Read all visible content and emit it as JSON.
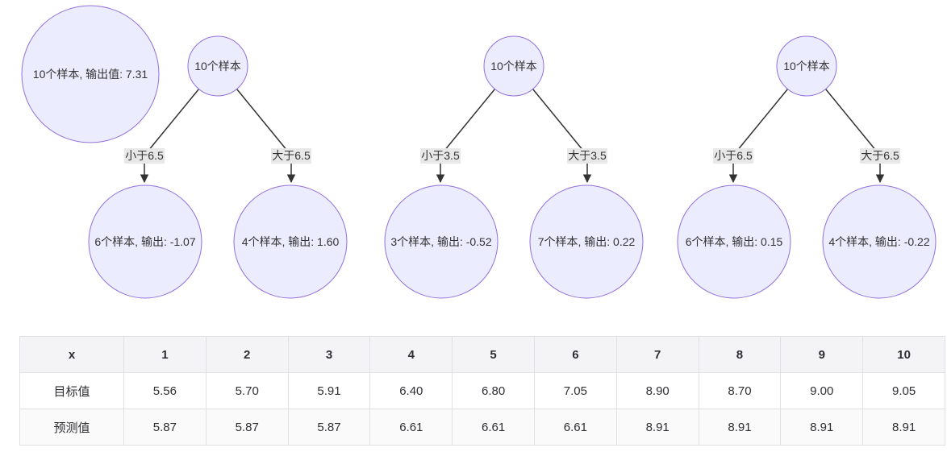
{
  "diagram": {
    "initial_node": {
      "label": "10个样本, 输出值: 7.31"
    },
    "trees": [
      {
        "root": "10个样本",
        "left_edge": "小于6.5",
        "right_edge": "大于6.5",
        "left_leaf": "6个样本, 输出: -1.07",
        "right_leaf": "4个样本, 输出: 1.60"
      },
      {
        "root": "10个样本",
        "left_edge": "小于3.5",
        "right_edge": "大于3.5",
        "left_leaf": "3个样本, 输出: -0.52",
        "right_leaf": "7个样本, 输出: 0.22"
      },
      {
        "root": "10个样本",
        "left_edge": "小于6.5",
        "right_edge": "大于6.5",
        "left_leaf": "6个样本, 输出: 0.15",
        "right_leaf": "4个样本, 输出: -0.22"
      }
    ],
    "colors": {
      "node_fill": "#ECECFF",
      "node_border": "#9370DB",
      "edge_line": "#333333",
      "edge_label_bg": "#e8e8e8"
    }
  },
  "table": {
    "header": [
      "x",
      "1",
      "2",
      "3",
      "4",
      "5",
      "6",
      "7",
      "8",
      "9",
      "10"
    ],
    "rows": [
      {
        "label": "目标值",
        "values": [
          "5.56",
          "5.70",
          "5.91",
          "6.40",
          "6.80",
          "7.05",
          "8.90",
          "8.70",
          "9.00",
          "9.05"
        ]
      },
      {
        "label": "预测值",
        "values": [
          "5.87",
          "5.87",
          "5.87",
          "6.61",
          "6.61",
          "6.61",
          "8.91",
          "8.91",
          "8.91",
          "8.91"
        ]
      }
    ]
  }
}
